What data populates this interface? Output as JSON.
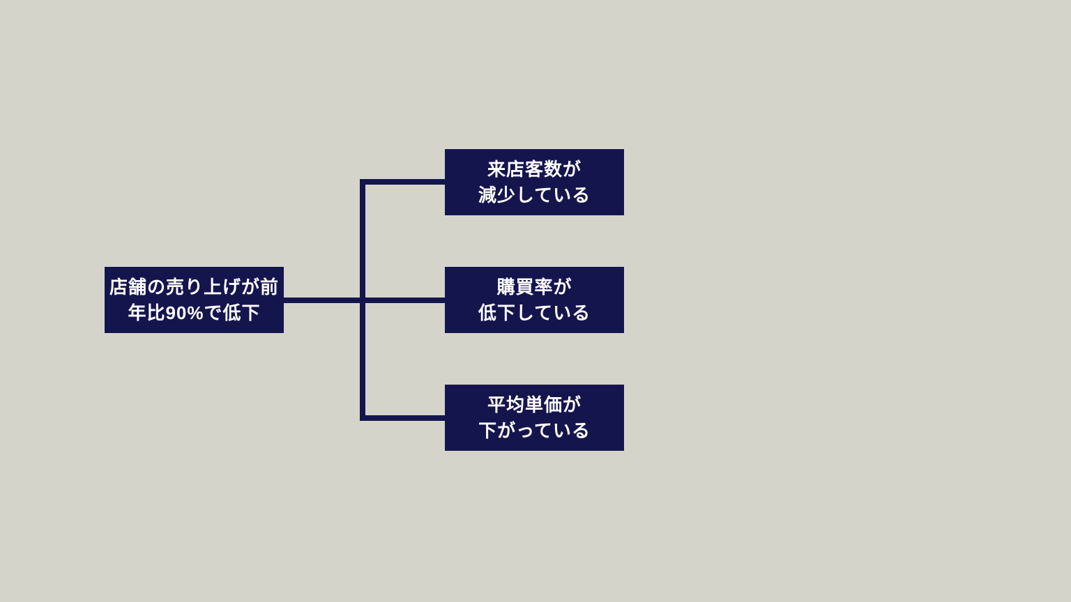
{
  "diagram": {
    "kind": "logic-tree",
    "background_color": "#d5d4cb",
    "node_fill_color": "#15154e",
    "connector_color": "#15154e",
    "node_text_color": "#ffffff",
    "root": {
      "label": "店舗の売り上げが前年比90%で低下",
      "line1": "店舗の売り上げが前",
      "line2": "年比90%で低下"
    },
    "children": [
      {
        "label": "来店客数が減少している",
        "line1": "来店客数が",
        "line2": "減少している"
      },
      {
        "label": "購買率が低下している",
        "line1": "購買率が",
        "line2": "低下している"
      },
      {
        "label": "平均単価が下がっている",
        "line1": "平均単価が",
        "line2": "下がっている"
      }
    ]
  }
}
